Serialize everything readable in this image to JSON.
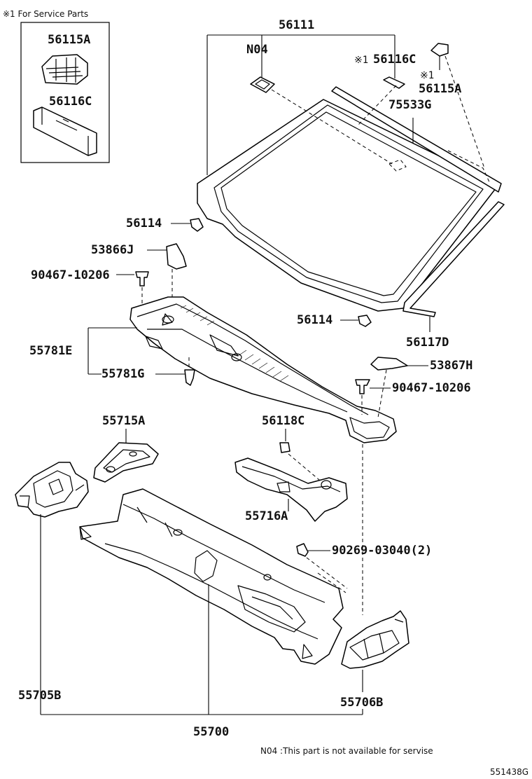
{
  "service_note": "※1 For Service Parts",
  "footer_note": "N04 :This part is not available for servise",
  "diagram_id": "551438G",
  "callouts": {
    "p56111": "56111",
    "n04": "N04",
    "p56116c_main": "56116C",
    "mark1_a": "※1",
    "mark1_b": "※1",
    "p56115a_main": "56115A",
    "p75533g": "75533G",
    "p56115a_box": "56115A",
    "p56116c_box": "56116C",
    "p56114_top": "56114",
    "p53866j": "53866J",
    "p90467_left": "90467-10206",
    "p56114_bottom": "56114",
    "p56117d": "56117D",
    "p55781e": "55781E",
    "p55781g": "55781G",
    "p53867h": "53867H",
    "p90467_right": "90467-10206",
    "p55715a": "55715A",
    "p56118c": "56118C",
    "p55716a": "55716A",
    "p90269": "90269-03040(2)",
    "p55705b": "55705B",
    "p55706b": "55706B",
    "p55700": "55700"
  }
}
